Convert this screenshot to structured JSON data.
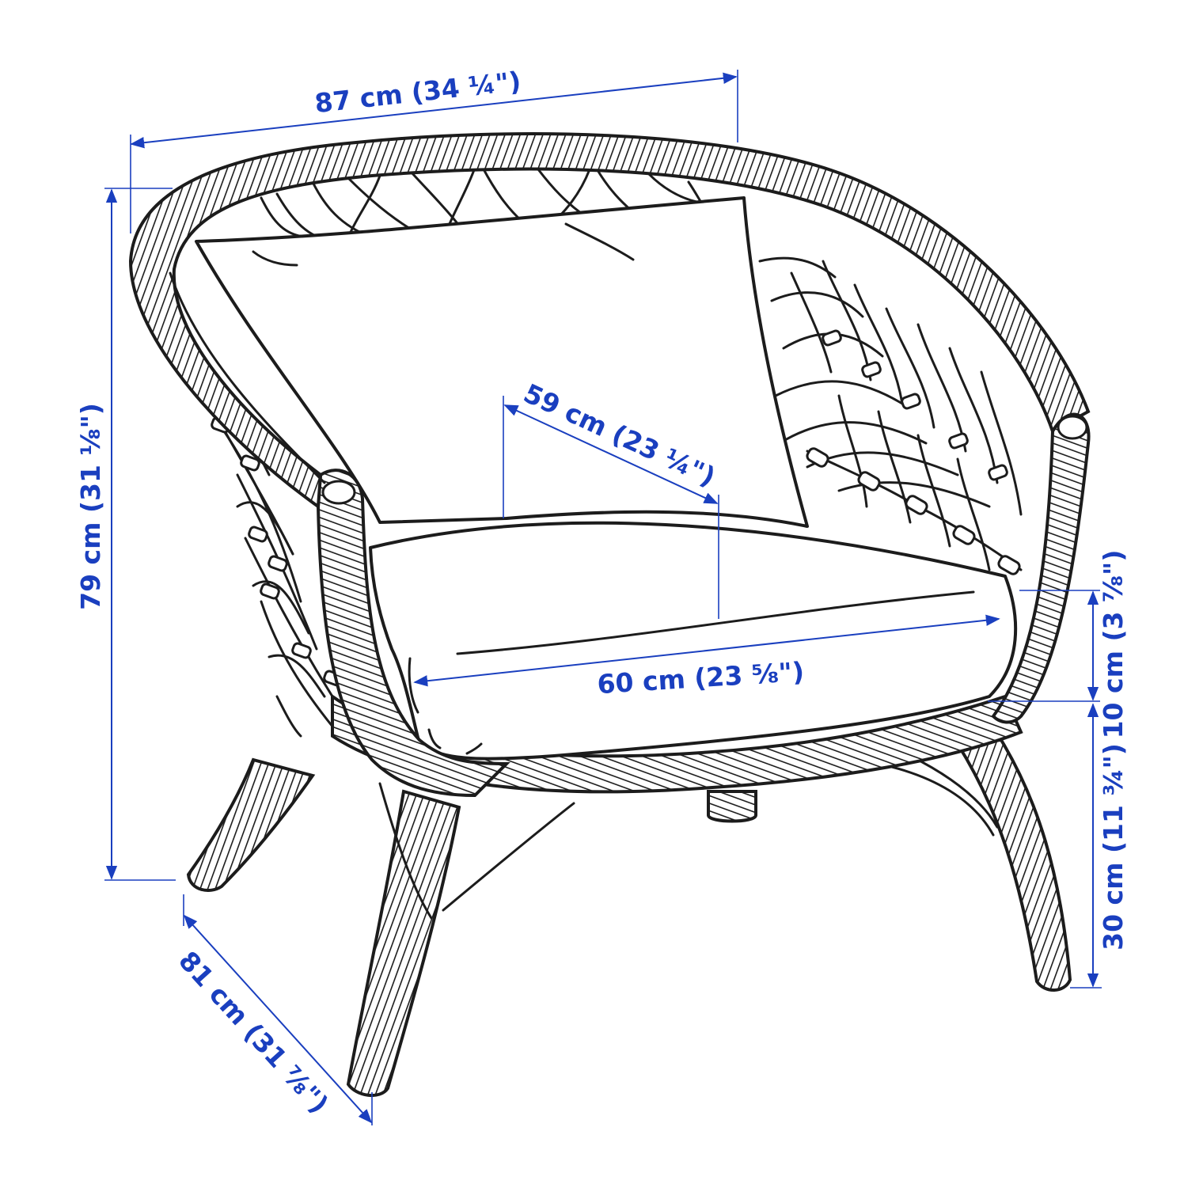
{
  "diagram": {
    "colors": {
      "dimension": "#1a3fbf",
      "ink": "#1c1c1c",
      "background": "#ffffff"
    },
    "dimensions": {
      "width": "87 cm (34 ¼\")",
      "height": "79 cm (31 ⅛\")",
      "depth": "81 cm (31 ⅞\")",
      "seat_depth": "59 cm (23 ¼\")",
      "seat_width": "60 cm (23 ⅝\")",
      "cushion_thickness": "10 cm (3 ⅞\")",
      "seat_height": "30 cm (11 ¾\")"
    }
  }
}
